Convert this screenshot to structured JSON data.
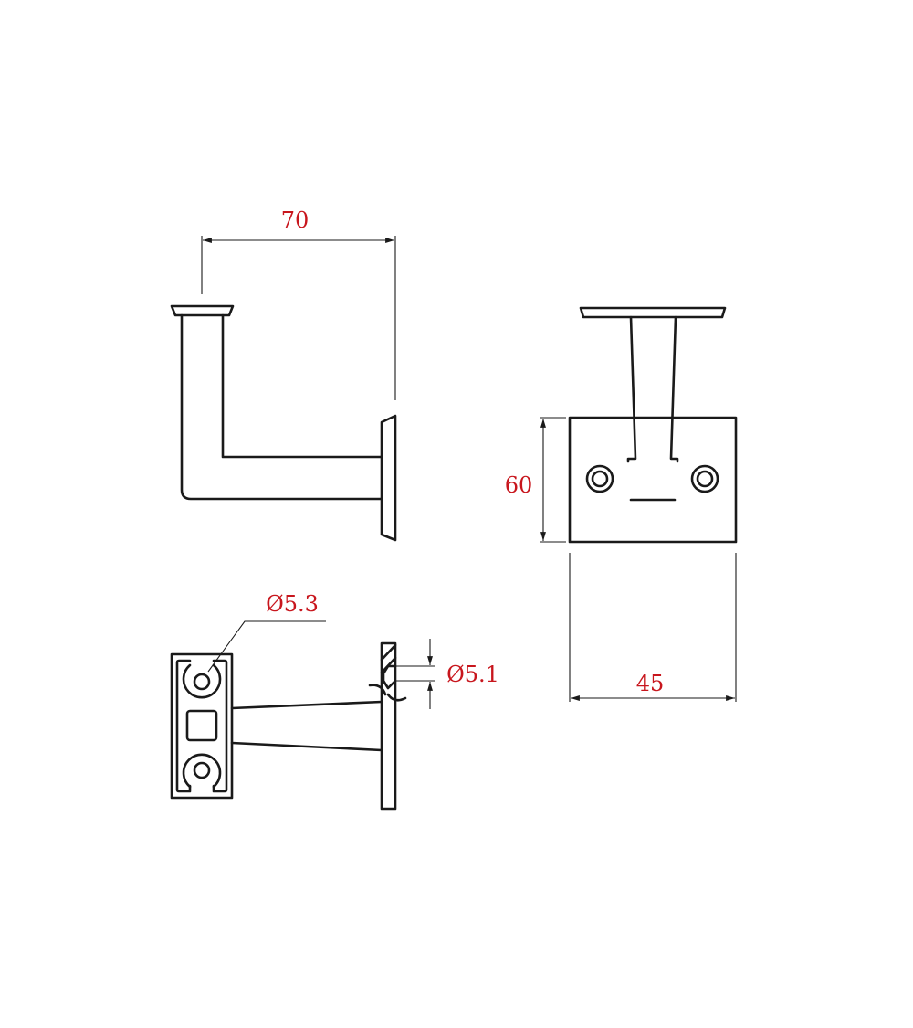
{
  "dimensions": {
    "side_width": "70",
    "plate_height": "60",
    "plate_width": "45",
    "hole_diameter": "Ø5.3",
    "screw_diameter": "Ø5.1"
  },
  "colors": {
    "dimension_text": "#c8161d",
    "line": "#1a1a1a"
  }
}
